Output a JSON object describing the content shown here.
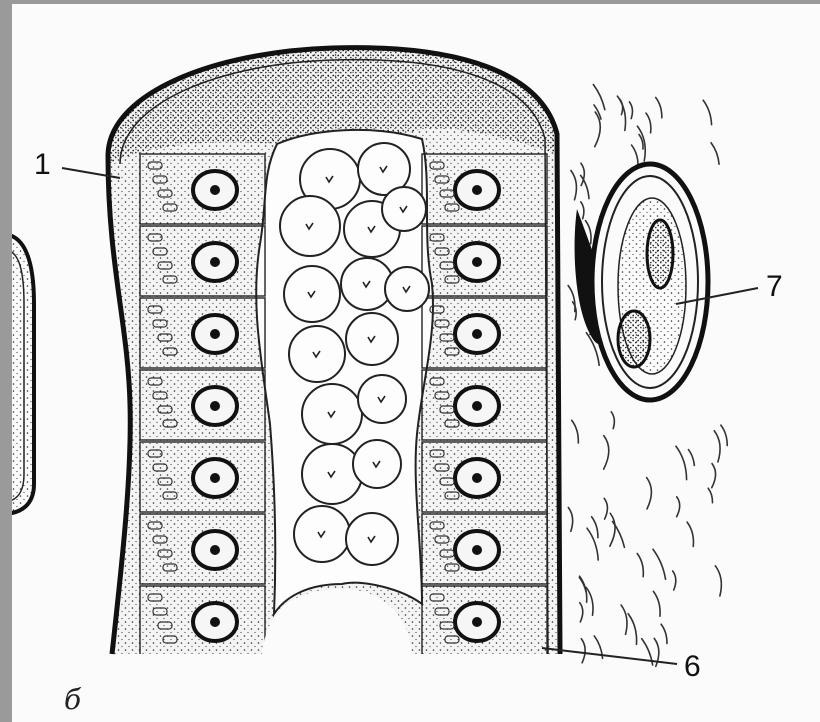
{
  "labels": {
    "l1": "1",
    "l6": "6",
    "l7": "7"
  },
  "panel_letter": "б"
}
